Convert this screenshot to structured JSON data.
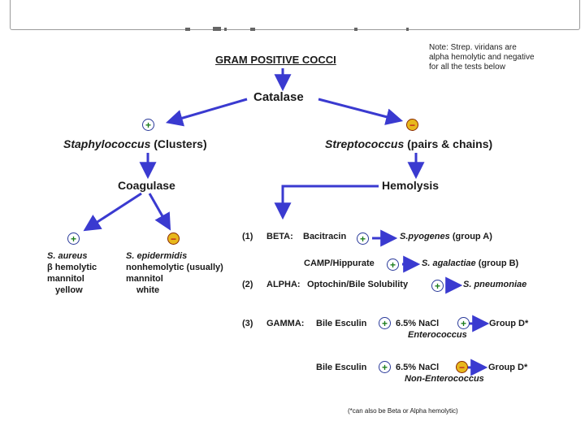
{
  "colors": {
    "arrow": "#3a3ad0",
    "positive": "#1d7d1d",
    "negative_fill": "#e8b81c",
    "negative_sign": "#c02020"
  },
  "badges": {
    "positive_symbol": "+",
    "negative_symbol": "−"
  },
  "title": "GRAM POSITIVE COCCI",
  "note": "Note: Strep. viridans are alpha hemolytic and negative for all the tests below",
  "nodes": {
    "catalase": "Catalase",
    "staph_genus": "Staphylococcus",
    "staph_desc": "(Clusters)",
    "strep_genus": "Streptococcus",
    "strep_desc": "(pairs & chains)",
    "coagulase": "Coagulase",
    "hemolysis": "Hemolysis"
  },
  "staph_species": {
    "aureus": {
      "name": "S. aureus",
      "lines": [
        "β hemolytic",
        "mannitol",
        "yellow"
      ]
    },
    "epidermidis": {
      "name": "S. epidermidis",
      "lines": [
        "nonhemolytic (usually)",
        "mannitol",
        "white"
      ]
    }
  },
  "strep_tests": {
    "beta": {
      "number": "(1)",
      "label": "BETA:",
      "test": "Bacitracin",
      "result_species": "S.pyogenes",
      "result_group": "(group A)"
    },
    "camp": {
      "test": "CAMP/Hippurate",
      "result_species": "S. agalactiae",
      "result_group": "(group B)"
    },
    "alpha": {
      "number": "(2)",
      "label": "ALPHA:",
      "test": "Optochin/Bile Solubility",
      "result_species": "S. pneumoniae"
    },
    "gamma": {
      "number": "(3)",
      "label": "GAMMA:",
      "test": "Bile Esculin",
      "test2": "6.5% NaCl",
      "result": "Group D*",
      "sub": "Enterococcus"
    },
    "gamma_non": {
      "test": "Bile Esculin",
      "test2": "6.5% NaCl",
      "result": "Group D*",
      "sub": "Non-Enterococcus"
    }
  },
  "footnote": "(*can also be Beta or Alpha hemolytic)"
}
